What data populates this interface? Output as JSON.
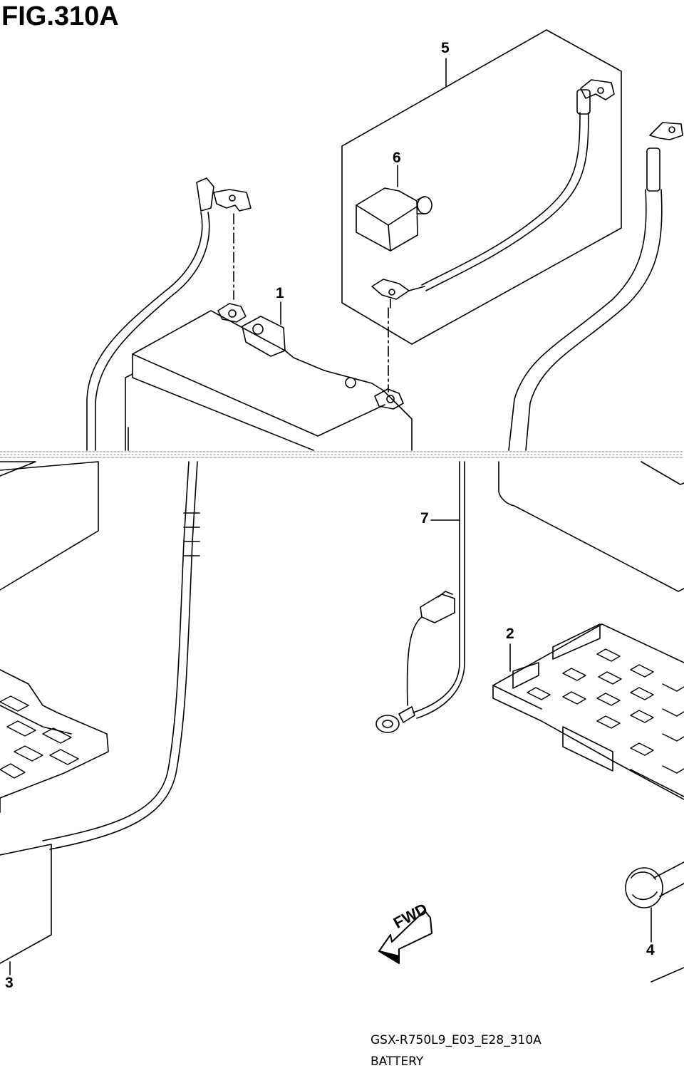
{
  "figure": {
    "title": "FIG.310A"
  },
  "callouts": [
    "1",
    "2",
    "3",
    "4",
    "5",
    "6",
    "7"
  ],
  "direction_marker": {
    "label": "FWD"
  },
  "footer": {
    "model_code": "GSX-R750L9_E03_E28_310A",
    "section_name": "BATTERY"
  }
}
